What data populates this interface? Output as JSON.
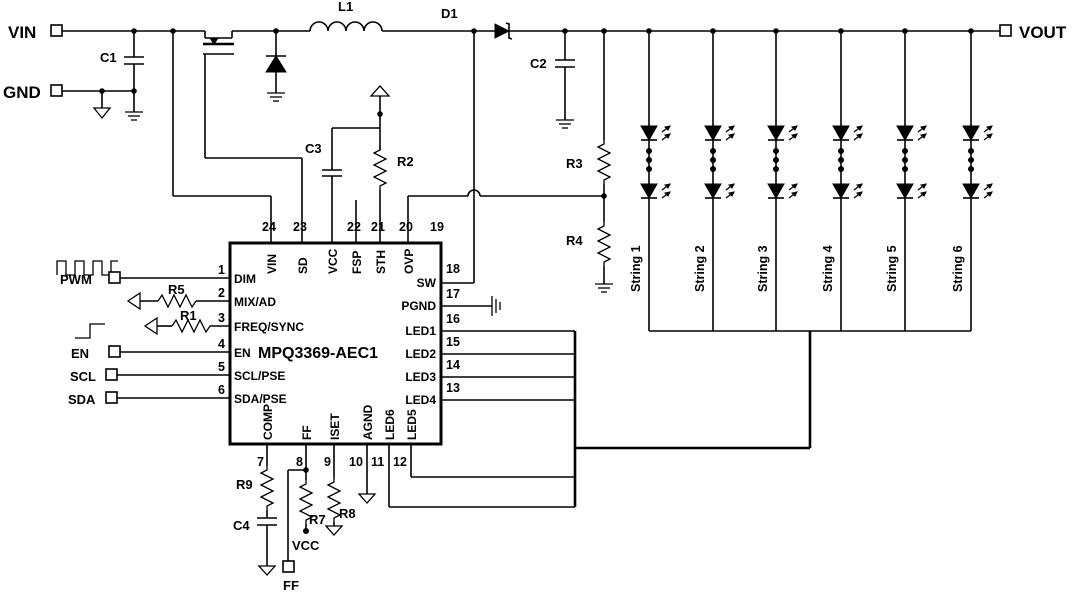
{
  "chip": {
    "name": "MPQ3369-AEC1"
  },
  "ports": {
    "vin": "VIN",
    "gnd": "GND",
    "vout": "VOUT",
    "pwm": "PWM",
    "en": "EN",
    "scl": "SCL",
    "sda": "SDA",
    "vcc": "VCC",
    "ff": "FF"
  },
  "components": {
    "c1": "C1",
    "l1": "L1",
    "d1": "D1",
    "c2": "C2",
    "c3": "C3",
    "c4": "C4",
    "r1": "R1",
    "r2": "R2",
    "r3": "R3",
    "r4": "R4",
    "r5": "R5",
    "r7": "R7",
    "r8": "R8",
    "r9": "R9"
  },
  "top_pins": [
    {
      "num": "24",
      "name": "VIN"
    },
    {
      "num": "23",
      "name": "SD"
    },
    {
      "num": "",
      "name": "VCC"
    },
    {
      "num": "22",
      "name": "FSP"
    },
    {
      "num": "21",
      "name": "STH"
    },
    {
      "num": "20",
      "name": "OVP"
    },
    {
      "num": "19",
      "name": ""
    }
  ],
  "left_pins": [
    {
      "num": "1",
      "name": "DIM"
    },
    {
      "num": "2",
      "name": "MIX/AD"
    },
    {
      "num": "3",
      "name": "FREQ/SYNC"
    },
    {
      "num": "4",
      "name": "EN"
    },
    {
      "num": "5",
      "name": "SCL/PSE"
    },
    {
      "num": "6",
      "name": "SDA/PSE"
    }
  ],
  "right_pins": [
    {
      "num": "18",
      "name": "SW"
    },
    {
      "num": "17",
      "name": "PGND"
    },
    {
      "num": "16",
      "name": "LED1"
    },
    {
      "num": "15",
      "name": "LED2"
    },
    {
      "num": "14",
      "name": "LED3"
    },
    {
      "num": "13",
      "name": "LED4"
    }
  ],
  "bottom_pins": [
    {
      "num": "7",
      "name": "COMP"
    },
    {
      "num": "8",
      "name": "FF"
    },
    {
      "num": "9",
      "name": "ISET"
    },
    {
      "num": "10",
      "name": "AGND"
    },
    {
      "num": "11",
      "name": "LED6"
    },
    {
      "num": "12",
      "name": "LED5"
    }
  ],
  "strings": [
    "String 1",
    "String 2",
    "String 3",
    "String 4",
    "String 5",
    "String 6"
  ]
}
